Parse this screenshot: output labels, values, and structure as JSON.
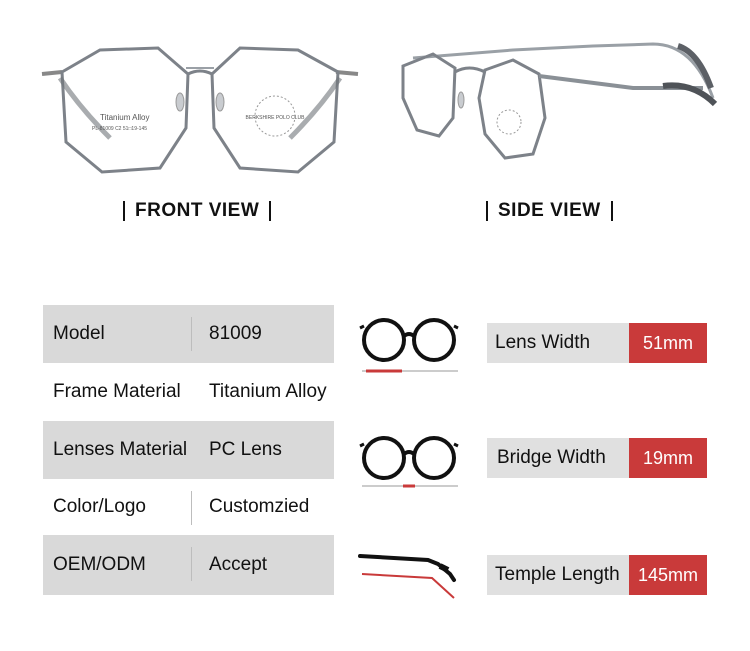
{
  "views": {
    "front_label": "FRONT VIEW",
    "side_label": "SIDE VIEW",
    "lens_print_line1": "Titanium  Alloy",
    "lens_print_line2": "PL-81009 C2 51□19-145",
    "logo_text": "BERKSHIRE POLO CLUB"
  },
  "specs": [
    {
      "label": "Model",
      "value": "81009"
    },
    {
      "label": "Frame Material",
      "value": "Titanium Alloy"
    },
    {
      "label": "Lenses Material",
      "value": "PC Lens"
    },
    {
      "label": "Color/Logo",
      "value": "Customzied"
    },
    {
      "label": "OEM/ODM",
      "value": "Accept"
    }
  ],
  "measurements": [
    {
      "label": "Lens Width",
      "value": "51mm",
      "icon": "lens-width-icon"
    },
    {
      "label": "Bridge Width",
      "value": "19mm",
      "icon": "bridge-width-icon"
    },
    {
      "label": "Temple Length",
      "value": "145mm",
      "icon": "temple-length-icon"
    }
  ],
  "colors": {
    "accent": "#c93a3a",
    "row_shade": "#d9d9d9",
    "bar_gray": "#e0e0e0"
  }
}
